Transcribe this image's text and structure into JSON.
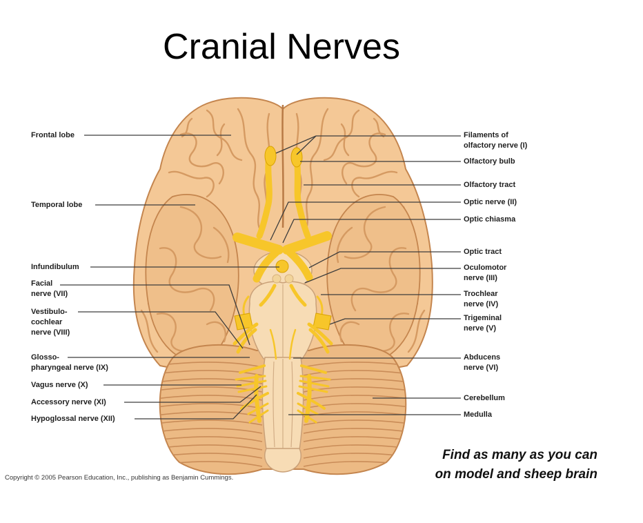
{
  "slide": {
    "title": "Cranial Nerves",
    "note_line_1": "Find as many as you can",
    "note_line_2": "on model and sheep brain",
    "copyright": "Copyright © 2005 Pearson Education, Inc., publishing as Benjamin Cummings."
  },
  "diagram": {
    "left_labels": [
      {
        "text": "Frontal lobe"
      },
      {
        "text": "Temporal lobe"
      },
      {
        "text": "Infundibulum"
      },
      {
        "text": "Facial\nnerve (VII)"
      },
      {
        "text": "Vestibulo-\ncochlear\nnerve (VIII)"
      },
      {
        "text": "Glosso-\npharyngeal nerve (IX)"
      },
      {
        "text": "Vagus nerve (X)"
      },
      {
        "text": "Accessory nerve (XI)"
      },
      {
        "text": "Hypoglossal nerve (XII)"
      }
    ],
    "right_labels": [
      {
        "text": "Filaments of\nolfactory nerve (I)"
      },
      {
        "text": "Olfactory bulb"
      },
      {
        "text": "Olfactory tract"
      },
      {
        "text": "Optic nerve (II)"
      },
      {
        "text": "Optic chiasma"
      },
      {
        "text": "Optic tract"
      },
      {
        "text": "Oculomotor\nnerve (III)"
      },
      {
        "text": "Trochlear\nnerve (IV)"
      },
      {
        "text": "Trigeminal\nnerve (V)"
      },
      {
        "text": "Abducens\nnerve (VI)"
      },
      {
        "text": "Cerebellum"
      },
      {
        "text": "Medulla"
      }
    ]
  },
  "colors": {
    "background": "#ffffff",
    "brain_tissue": "#f4c896",
    "brain_outline": "#c4854e",
    "brainstem": "#f7dcb5",
    "nerve": "#f7c62a",
    "leader_line": "#3c3c3c"
  }
}
